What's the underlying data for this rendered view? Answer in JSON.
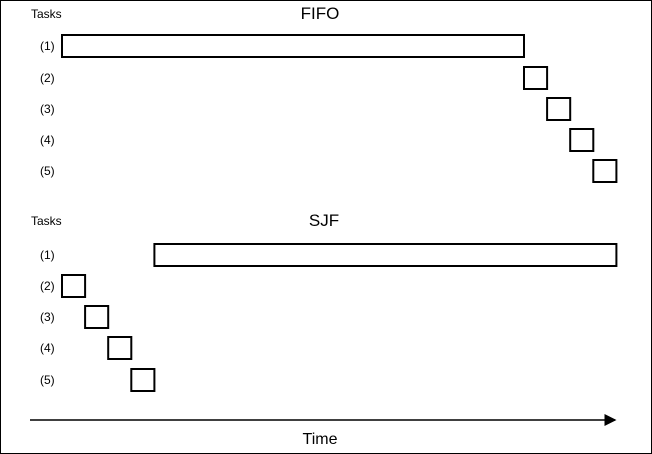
{
  "diagram": {
    "axis_label": "Time",
    "panels": [
      {
        "key": "fifo",
        "title": "FIFO",
        "tasks_label": "Tasks",
        "tasks": [
          {
            "label": "(1)",
            "start": 0,
            "end": 20
          },
          {
            "label": "(2)",
            "start": 20,
            "end": 21
          },
          {
            "label": "(3)",
            "start": 21,
            "end": 22
          },
          {
            "label": "(4)",
            "start": 22,
            "end": 23
          },
          {
            "label": "(5)",
            "start": 23,
            "end": 24
          }
        ]
      },
      {
        "key": "sjf",
        "title": "SJF",
        "tasks_label": "Tasks",
        "tasks": [
          {
            "label": "(1)",
            "start": 4,
            "end": 24
          },
          {
            "label": "(2)",
            "start": 0,
            "end": 1
          },
          {
            "label": "(3)",
            "start": 1,
            "end": 2
          },
          {
            "label": "(4)",
            "start": 2,
            "end": 3
          },
          {
            "label": "(5)",
            "start": 3,
            "end": 4
          }
        ]
      }
    ]
  }
}
